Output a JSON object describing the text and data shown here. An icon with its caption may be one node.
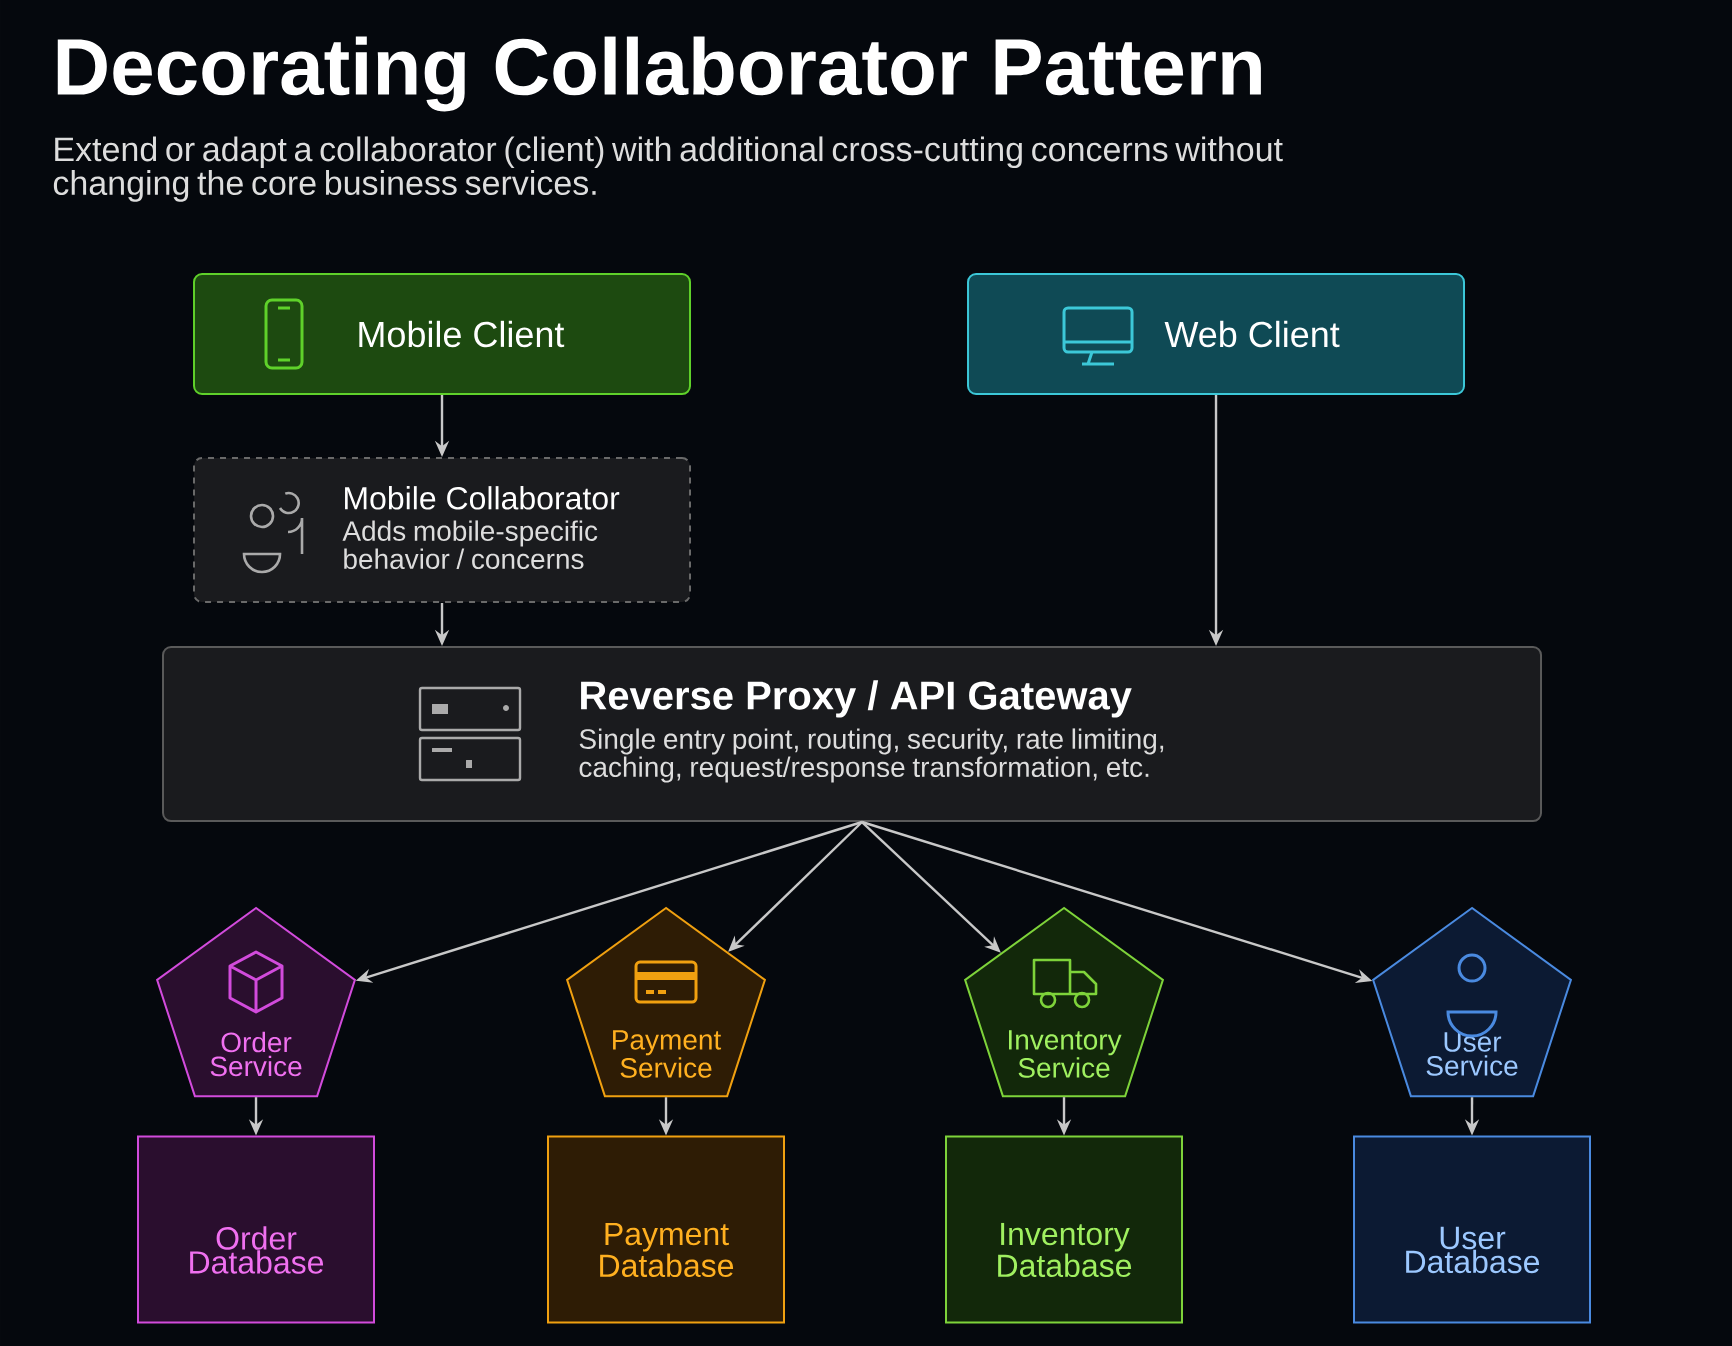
{
  "diagram": {
    "title": "Decorating Collaborator Pattern",
    "caption": "Extend or adapt a collaborator (client) with additional cross-cutting concerns without changing the core business services.",
    "nodes": [
      {
        "text": [
          "Mobile Client"
        ]
      },
      {
        "text": [
          "Web Client"
        ]
      },
      {
        "text": [
          "Mobile Collaborator",
          "Adds mobile-specific behavior / concerns"
        ]
      },
      {
        "text": [
          "Reverse Proxy / API Gateway",
          "Single entry point, routing, security, rate limiting, caching, request/response transformation, etc."
        ]
      },
      {
        "text": [
          "Order Service"
        ]
      },
      {
        "text": [
          "Payment Service"
        ]
      },
      {
        "text": [
          "Inventory Service"
        ]
      },
      {
        "text": [
          "User Service"
        ]
      },
      {
        "text": [
          "Order Database"
        ]
      },
      {
        "text": [
          "Payment Database"
        ]
      },
      {
        "text": [
          "Inventory Database"
        ]
      },
      {
        "text": [
          "User Database"
        ]
      }
    ],
    "edges": [
      {
        "from": 0,
        "to": 2,
        "arrow": "to"
      },
      {
        "from": 2,
        "to": 3,
        "arrow": "to"
      },
      {
        "from": 1,
        "to": 3,
        "arrow": "to"
      },
      {
        "from": 3,
        "to": 4,
        "arrow": "to"
      },
      {
        "from": 3,
        "to": 5,
        "arrow": "to"
      },
      {
        "from": 3,
        "to": 6,
        "arrow": "to"
      },
      {
        "from": 3,
        "to": 7,
        "arrow": "to"
      },
      {
        "from": 4,
        "to": 8,
        "arrow": "to"
      },
      {
        "from": 5,
        "to": 9,
        "arrow": "to"
      },
      {
        "from": 6,
        "to": 10,
        "arrow": "to"
      },
      {
        "from": 7,
        "to": 11,
        "arrow": "to"
      }
    ]
  }
}
